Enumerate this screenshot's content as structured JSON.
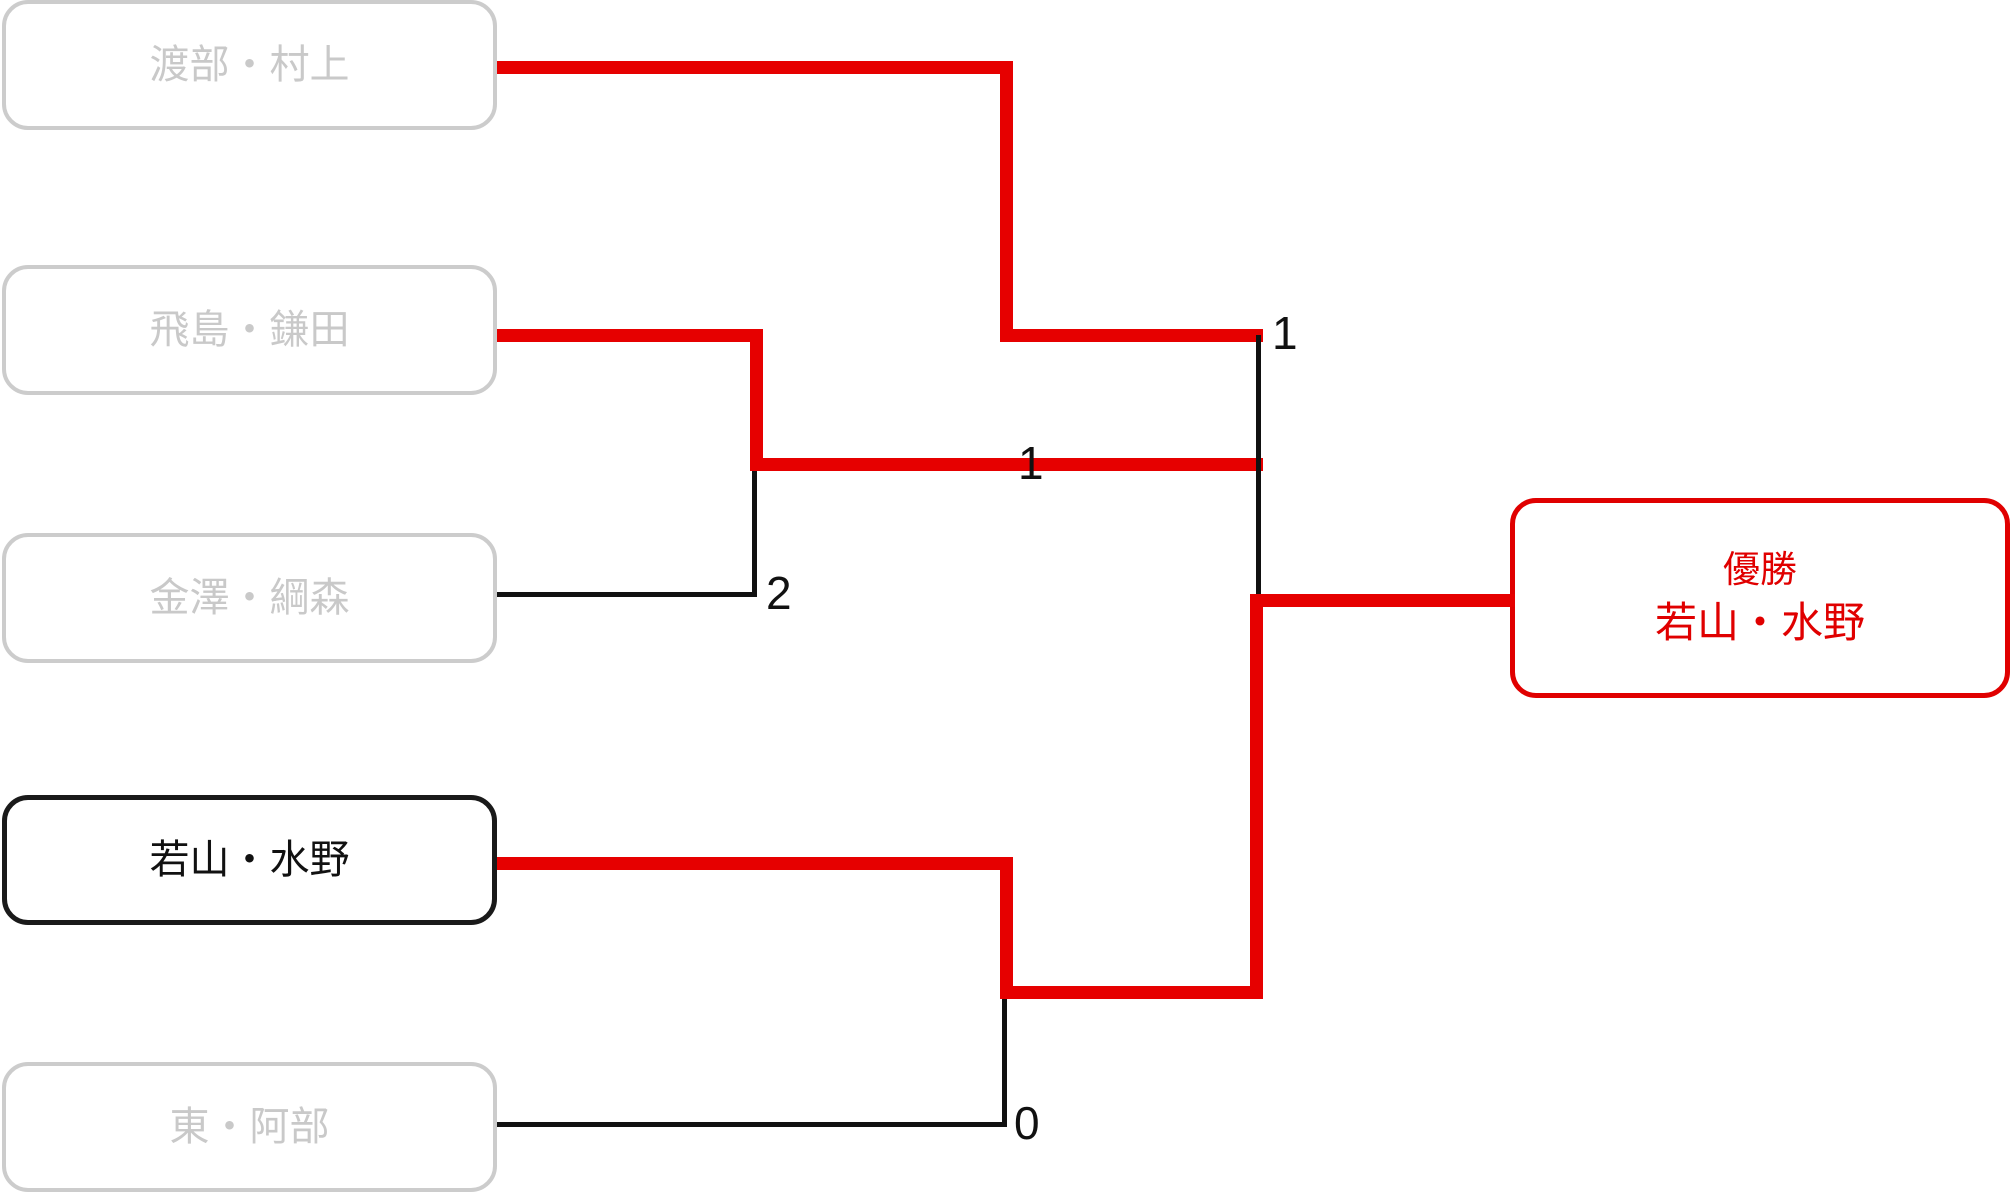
{
  "bracket": {
    "title_text": "",
    "colors": {
      "winner_line": "#e60000",
      "loser_line": "#111111",
      "inactive_box_border": "#cccccc",
      "inactive_box_text": "#c9c9c9",
      "active_box_border": "#1a1a1a",
      "champion_color": "#e00000",
      "background": "#ffffff"
    },
    "teams": [
      {
        "id": "t1",
        "label": "渡部・村上",
        "state": "eliminated"
      },
      {
        "id": "t2",
        "label": "飛島・鎌田",
        "state": "eliminated"
      },
      {
        "id": "t3",
        "label": "金澤・綱森",
        "state": "eliminated"
      },
      {
        "id": "t4",
        "label": "若山・水野",
        "state": "highlighted"
      },
      {
        "id": "t5",
        "label": "東・阿部",
        "state": "eliminated"
      }
    ],
    "champion": {
      "title": "優勝",
      "name": "若山・水野"
    },
    "scores": [
      {
        "id": "s-r1-lower",
        "value": "2"
      },
      {
        "id": "s-r2-upper",
        "value": "1"
      },
      {
        "id": "s-r2-mid",
        "value": "1"
      },
      {
        "id": "s-r2-lower",
        "value": "0"
      }
    ],
    "matches": [
      {
        "id": "m1",
        "round": "round-1",
        "participants": [
          "飛島・鎌田",
          "金澤・綱森"
        ],
        "winner": "飛島・鎌田",
        "loser_score": "2"
      },
      {
        "id": "m2",
        "round": "semifinal-upper",
        "participants": [
          "渡部・村上",
          "飛島・鎌田"
        ],
        "winner": "渡部・村上",
        "loser_score": "1"
      },
      {
        "id": "m3",
        "round": "semifinal-lower",
        "participants": [
          "若山・水野",
          "東・阿部"
        ],
        "winner": "若山・水野",
        "loser_score": "0"
      },
      {
        "id": "m4",
        "round": "final",
        "participants": [
          "渡部・村上",
          "若山・水野"
        ],
        "winner": "若山・水野",
        "loser_score": "1"
      }
    ]
  }
}
